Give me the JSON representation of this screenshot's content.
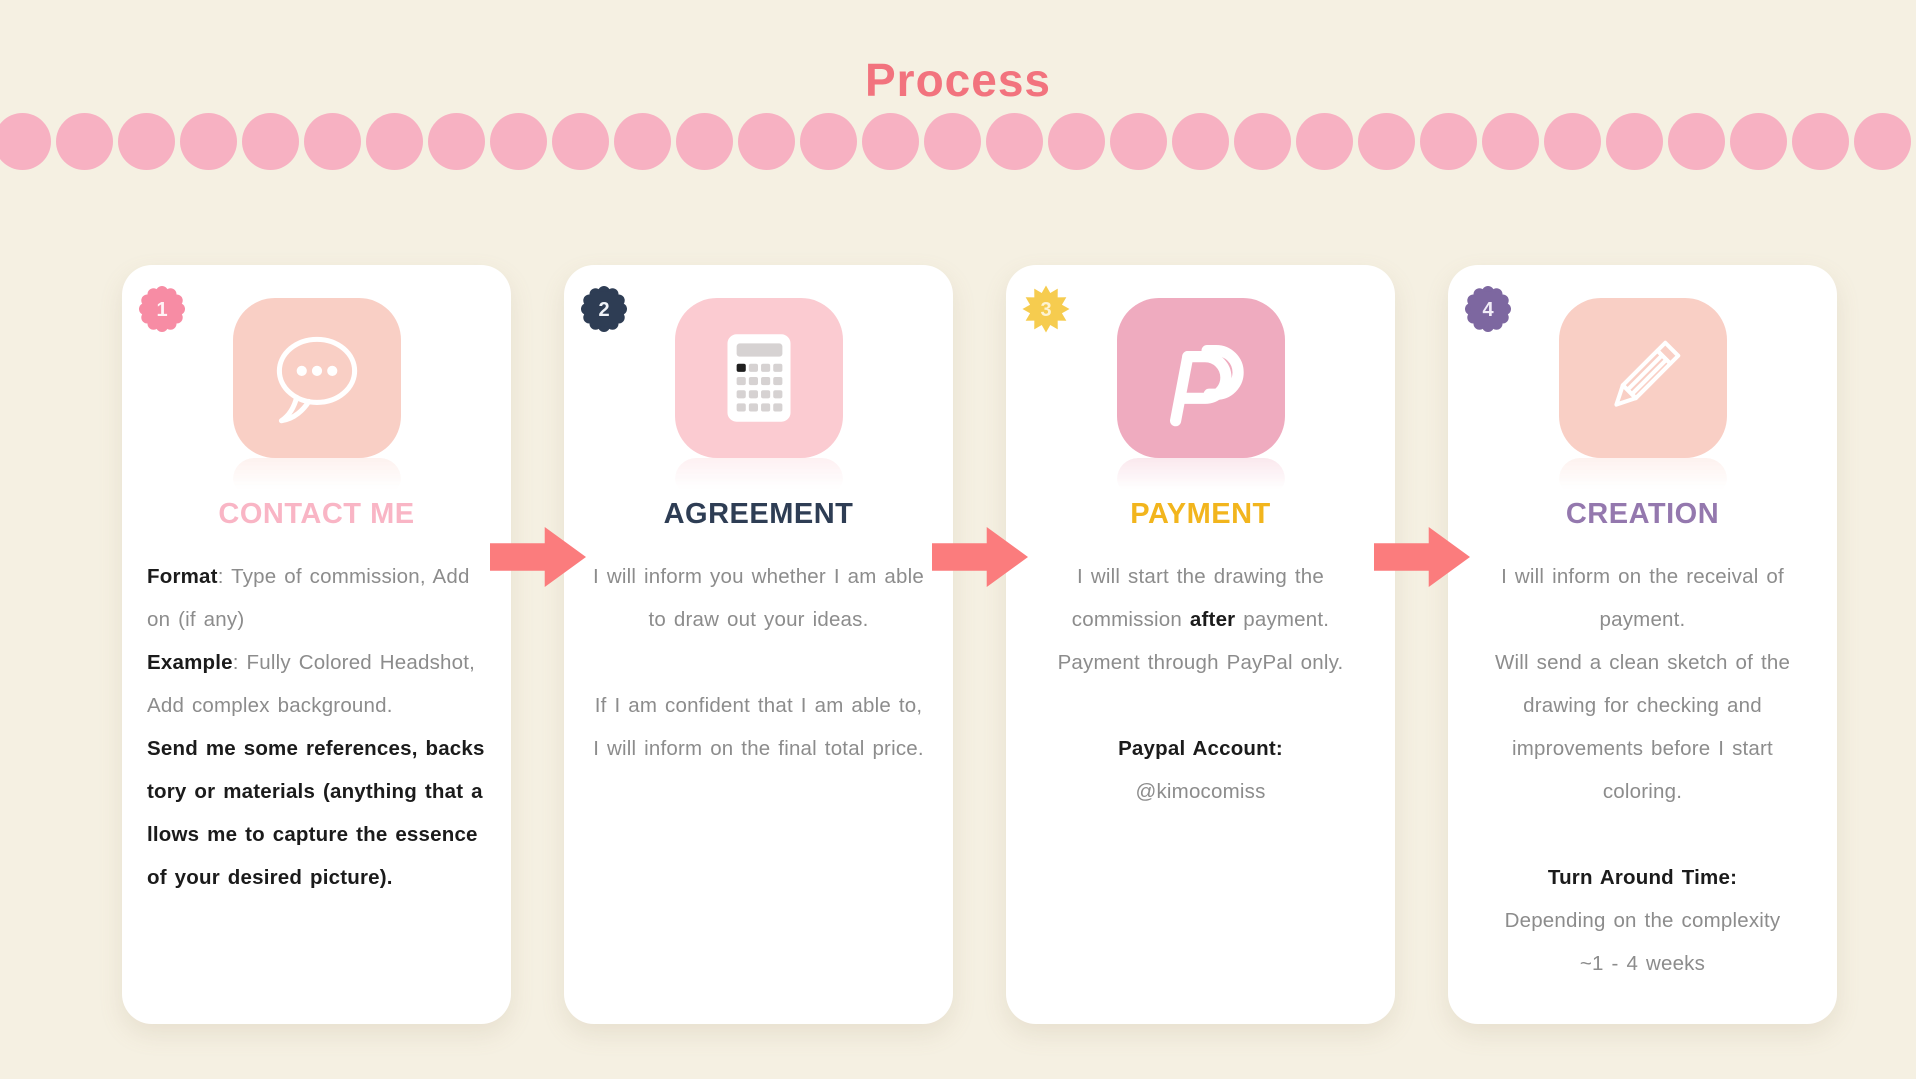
{
  "page": {
    "title": "Process",
    "dot_count": 31,
    "colors": {
      "background": "#F5F0E2",
      "title": "#F2737E",
      "dot": "#F7B1C2",
      "arrow": "#FB7C7D",
      "card_bg": "#FFFFFF",
      "body_text": "#8C8C8C",
      "body_text_bold": "#1B1B1B"
    }
  },
  "steps": [
    {
      "number": "1",
      "title": "CONTACT ME",
      "icon": "speech-bubble-icon",
      "badge_color": "#F78CA4",
      "title_color": "#F9B5C5",
      "tile_color": "#F9CFC5",
      "body": {
        "format_label": "Format",
        "format_text": ": Type of commission, Add on (if any)",
        "example_label": "Example",
        "example_text": ": Fully Colored Headshot, Add complex background.",
        "references_text": "Send me some references, backstory or materials (anything that allows me to capture the essence of your desired picture)."
      }
    },
    {
      "number": "2",
      "title": "AGREEMENT",
      "icon": "calculator-icon",
      "badge_color": "#2E3D54",
      "title_color": "#2E3D54",
      "tile_color": "#FBCBD1",
      "body": {
        "para1": "I will inform you whether I am able to draw out your ideas.",
        "para2": "If I am confident that I am able to, I will inform on the final total price."
      }
    },
    {
      "number": "3",
      "title": "PAYMENT",
      "icon": "paypal-icon",
      "badge_color": "#F6CC4F",
      "title_color": "#F2B51D",
      "tile_color": "#EFABBF",
      "body": {
        "para1_pre": "I will start the drawing the commission ",
        "para1_bold": "after",
        "para1_post": " payment. Payment through PayPal only.",
        "account_label": "Paypal Account:",
        "account_value": "@kimocomiss"
      }
    },
    {
      "number": "4",
      "title": "CREATION",
      "icon": "pencil-icon",
      "badge_color": "#7D67A0",
      "title_color": "#9478AE",
      "tile_color": "#F9CFC5",
      "body": {
        "para1": "I will inform on the receival of payment.",
        "para2": "Will send a clean sketch of the drawing for checking and improvements before I start coloring.",
        "turnaround_label": "Turn Around Time:",
        "turnaround_line1": "Depending on the complexity",
        "turnaround_line2": "~1 - 4 weeks"
      }
    }
  ]
}
